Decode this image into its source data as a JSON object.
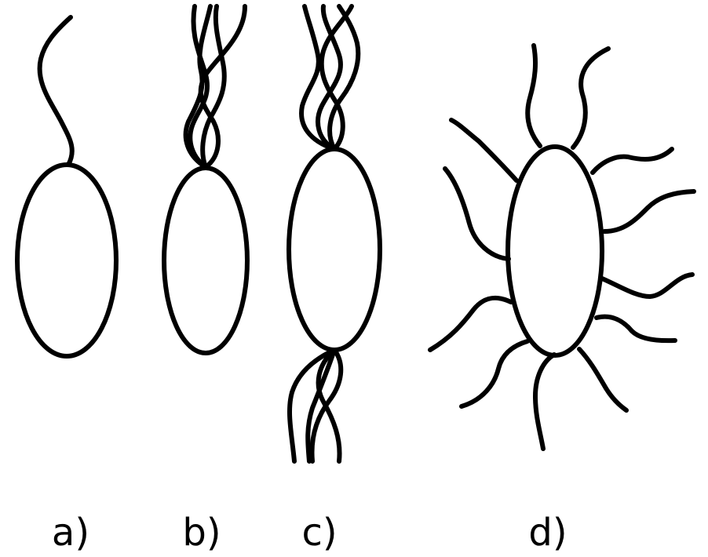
{
  "labels": {
    "a": "a)",
    "b": "b)",
    "c": "c)",
    "d": "d)"
  },
  "style": {
    "line_color": "#000000",
    "background": "#ffffff"
  }
}
